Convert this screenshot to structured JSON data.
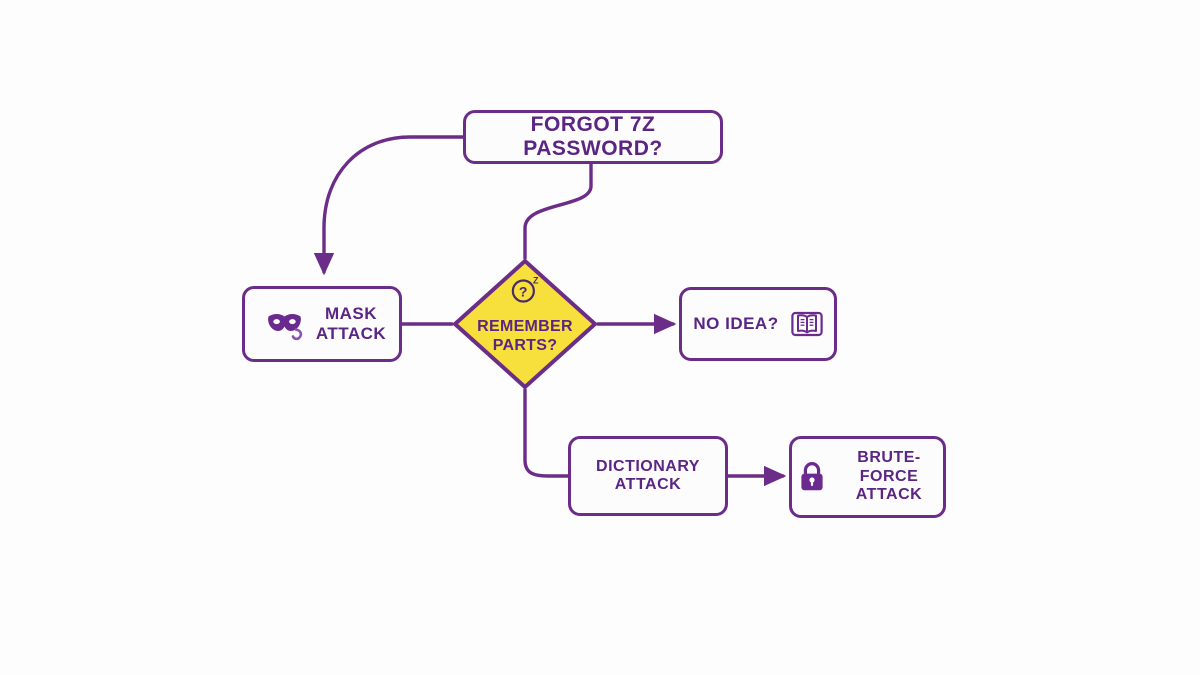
{
  "diagram": {
    "title": "Forgot 7z Password recovery decision flowchart",
    "background_color": "#fdfdfd",
    "accent_purple": "#6b2d87",
    "text_purple": "#5b2583",
    "decision_yellow": "#f7e03c",
    "nodes": {
      "forgot": {
        "label": "Forgot 7z Password?",
        "type": "start",
        "shape": "rounded-rectangle"
      },
      "mask": {
        "label": "Mask\nAttack",
        "type": "action",
        "shape": "rounded-rectangle",
        "icon": "mask-icon"
      },
      "remember": {
        "label": "Remember\nParts?",
        "type": "decision",
        "shape": "diamond",
        "icon": "question-sleep-icon"
      },
      "no_idea": {
        "label": "No Idea?",
        "type": "action",
        "shape": "rounded-rectangle",
        "icon": "open-book-icon"
      },
      "dictionary": {
        "label": "Dictionary\nAttack",
        "type": "action",
        "shape": "rounded-rectangle"
      },
      "brute": {
        "label": "Brute-Force\nAttack",
        "type": "action",
        "shape": "rounded-rectangle",
        "icon": "padlock-icon"
      }
    },
    "edges": [
      {
        "from": "forgot",
        "to": "mask",
        "style": "curved-arrow",
        "arrowhead": true
      },
      {
        "from": "forgot",
        "to": "remember",
        "style": "s-curve",
        "arrowhead": false
      },
      {
        "from": "remember",
        "to": "mask",
        "style": "straight-line",
        "arrowhead": false
      },
      {
        "from": "remember",
        "to": "no_idea",
        "style": "straight-arrow",
        "arrowhead": true
      },
      {
        "from": "remember",
        "to": "dictionary",
        "style": "elbow-curve",
        "arrowhead": false
      },
      {
        "from": "dictionary",
        "to": "brute",
        "style": "straight-arrow",
        "arrowhead": true
      }
    ]
  }
}
